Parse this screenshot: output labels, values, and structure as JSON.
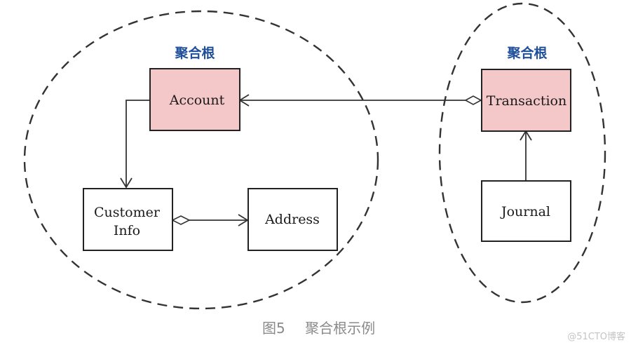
{
  "diagram": {
    "left_aggregate": {
      "root_label": "聚合根",
      "root": "Account",
      "customer_info_line1": "Customer",
      "customer_info_line2": "Info",
      "address": "Address"
    },
    "right_aggregate": {
      "root_label": "聚合根",
      "root": "Transaction",
      "journal": "Journal"
    },
    "relations": [
      {
        "from": "Account",
        "to": "Customer Info",
        "kind": "association"
      },
      {
        "from": "Customer Info",
        "to": "Address",
        "kind": "aggregation"
      },
      {
        "from": "Transaction",
        "to": "Account",
        "kind": "aggregation"
      },
      {
        "from": "Journal",
        "to": "Transaction",
        "kind": "association"
      }
    ],
    "colors": {
      "root_fill": "#f4c7c9",
      "root_label": "#1f4f9a",
      "outline": "#222222"
    }
  },
  "caption": {
    "figure_number": "图5",
    "title": "聚合根示例"
  },
  "watermark": "@51CTO博客"
}
